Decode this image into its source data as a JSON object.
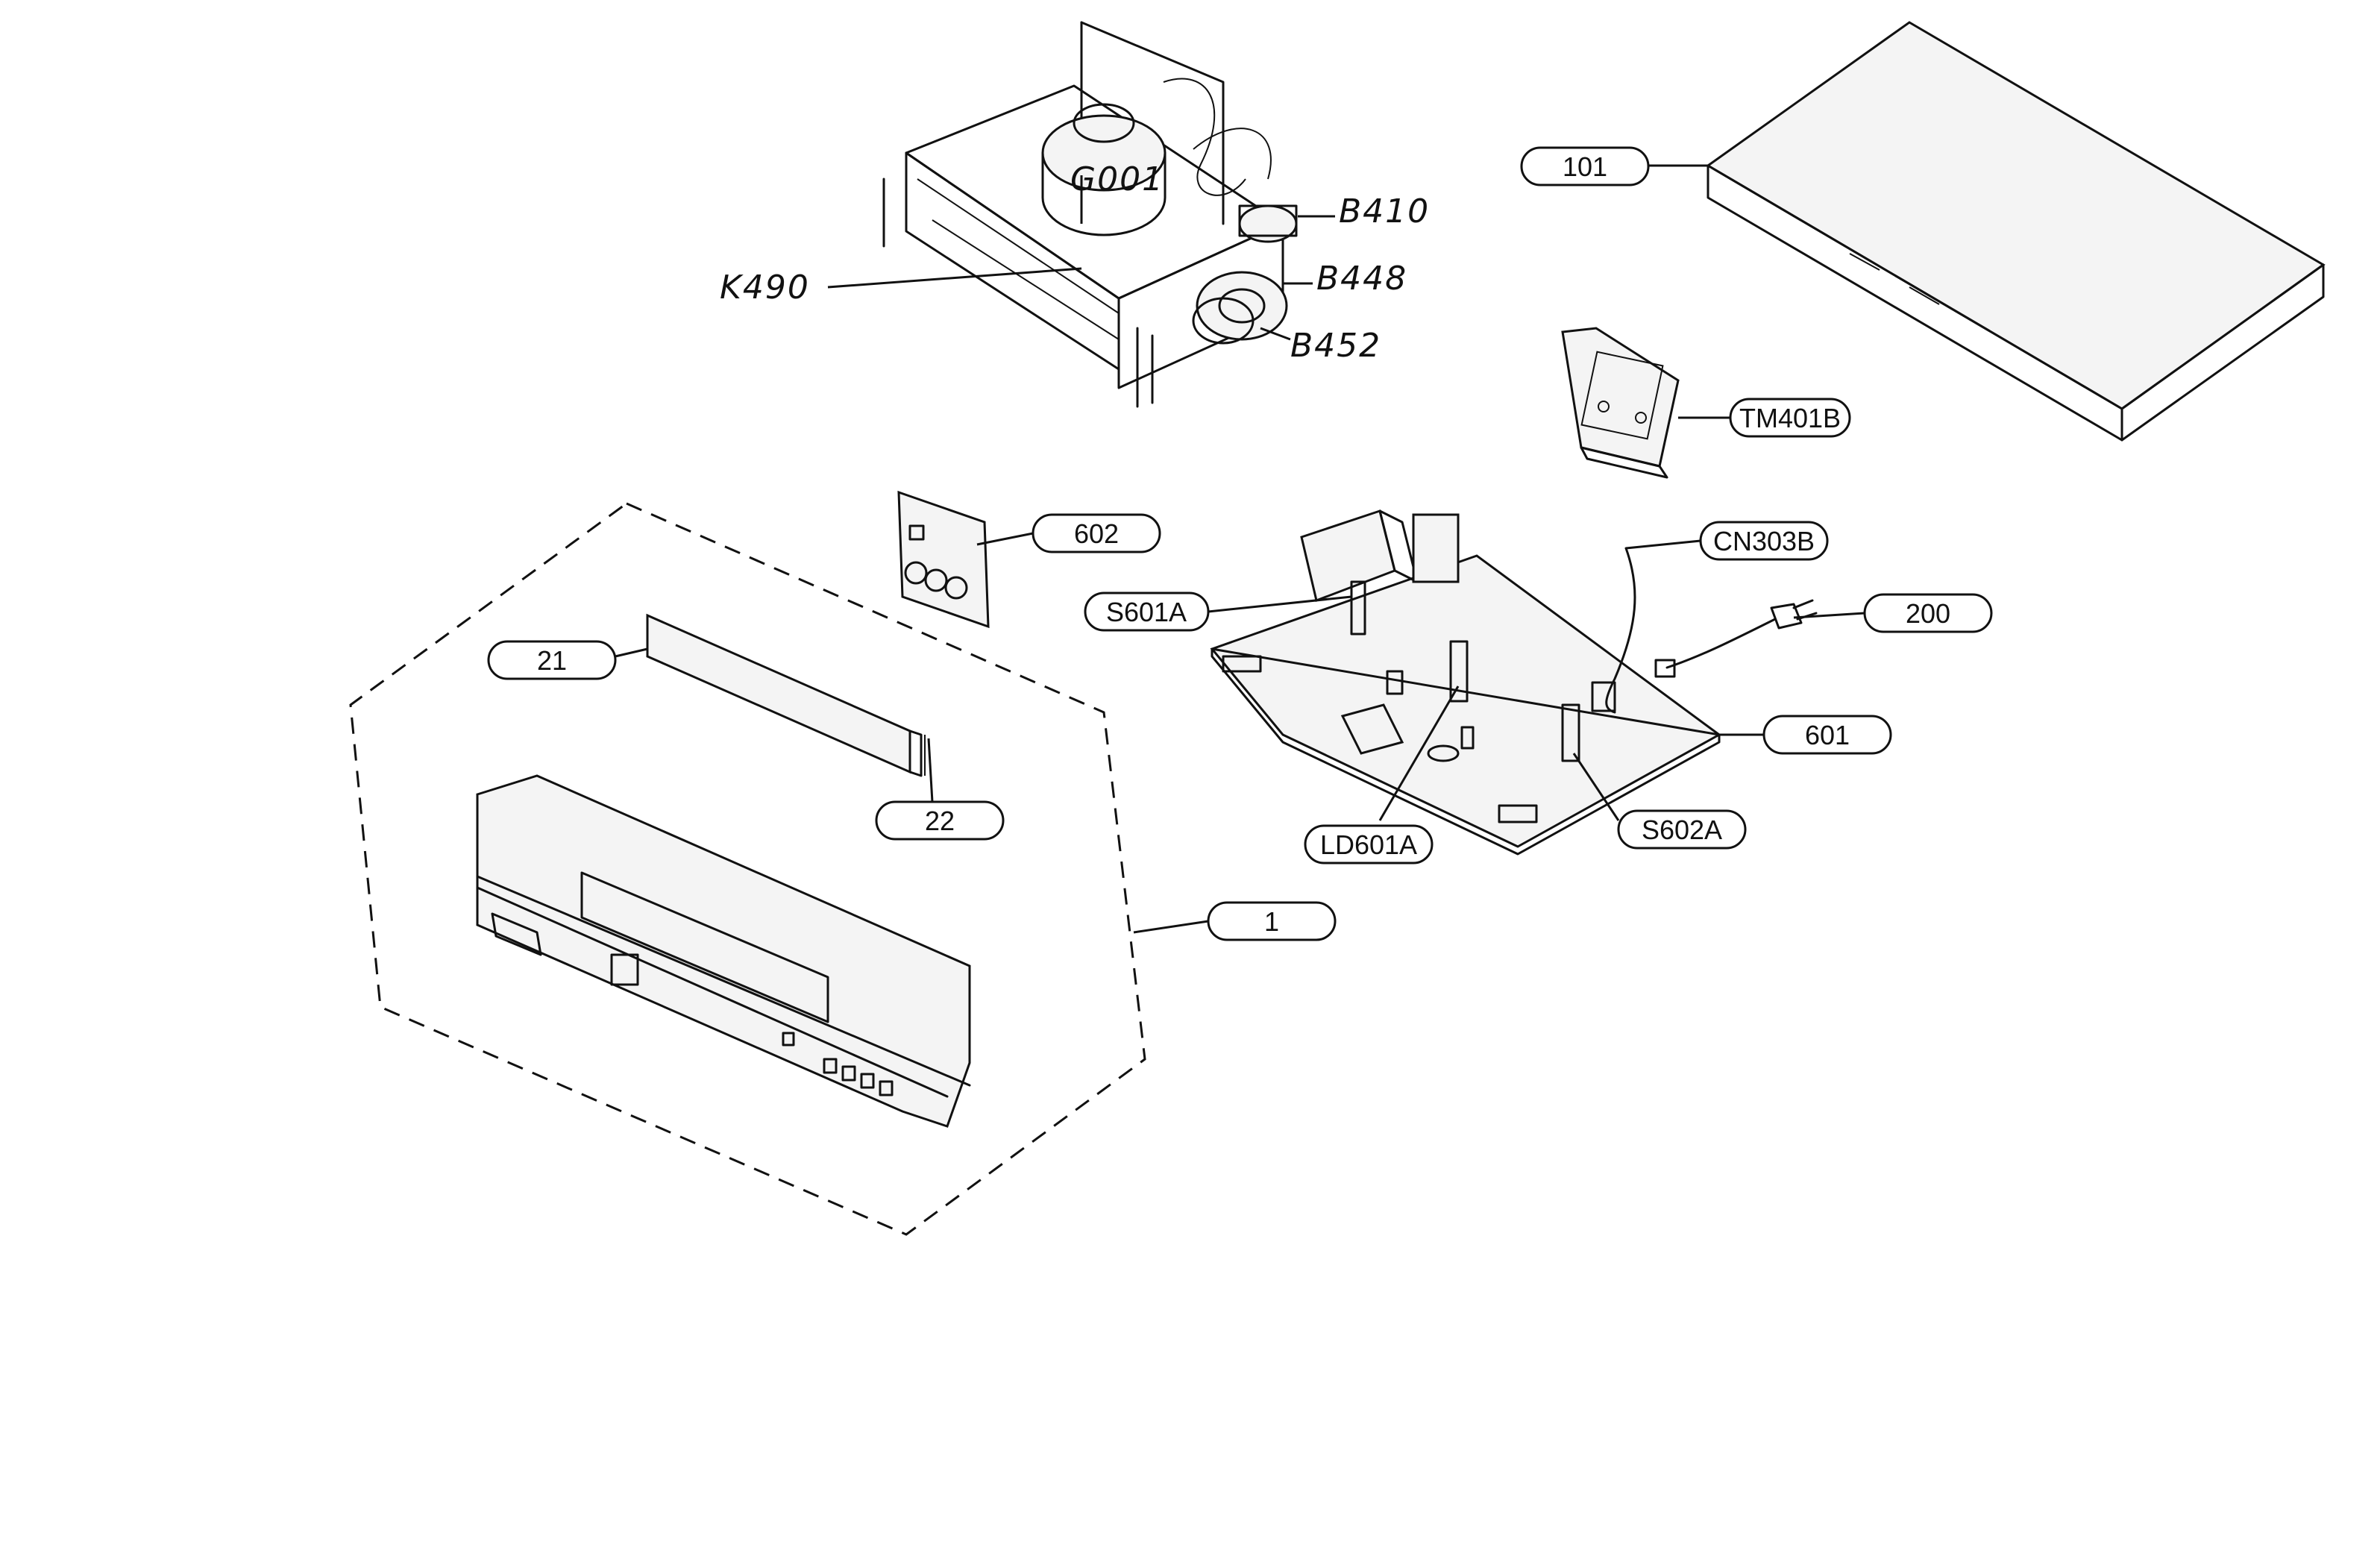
{
  "labels": {
    "cover": "101",
    "front_panel": "1",
    "door": "21",
    "door_spring": "22",
    "av_board": "602",
    "main_board": "601",
    "power_cord": "200",
    "tuner": "TM401B",
    "connector": "CN303B",
    "switch_a": "S601A",
    "switch_b": "S602A",
    "led": "LD601A",
    "drum": "G001",
    "mech": "K490",
    "part_b410": "B410",
    "part_b448": "B448",
    "part_b452": "B452"
  }
}
